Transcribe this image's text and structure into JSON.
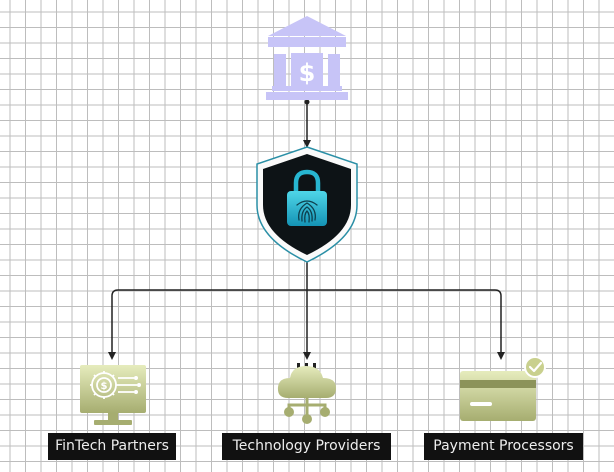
{
  "diagram": {
    "hub": {
      "icon": "bank-icon",
      "color": "#c7c4f7"
    },
    "security": {
      "icon": "shield-lock-fingerprint-icon",
      "accent": "#27b6d1"
    },
    "nodes": [
      {
        "id": "fintech",
        "label": "FinTech Partners",
        "icon": "monitor-gear-dollar-icon"
      },
      {
        "id": "tech",
        "label": "Technology Providers",
        "icon": "cloud-network-icon"
      },
      {
        "id": "payment",
        "label": "Payment Processors",
        "icon": "credit-card-check-icon"
      }
    ],
    "node_colors": {
      "light": "#e6ecbd",
      "dark": "#a6ad70"
    }
  }
}
